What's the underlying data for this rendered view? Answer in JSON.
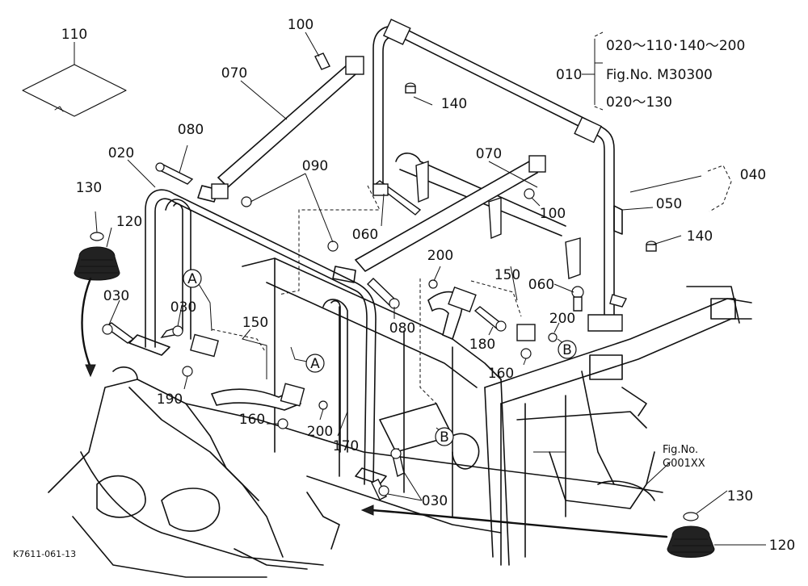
{
  "diagram_id": "K7611-061-13",
  "reference_block": {
    "code": "010",
    "lines": [
      "020～110･140～200",
      "Fig.No.  M30300",
      "020～130"
    ]
  },
  "fig_ref": {
    "line1": "Fig.No.",
    "line2": "G001XX"
  },
  "callouts": [
    {
      "id": "c110",
      "text": "110"
    },
    {
      "id": "c100a",
      "text": "100"
    },
    {
      "id": "c070a",
      "text": "070"
    },
    {
      "id": "c140a",
      "text": "140"
    },
    {
      "id": "c080a",
      "text": "080"
    },
    {
      "id": "c020",
      "text": "020"
    },
    {
      "id": "c090",
      "text": "090"
    },
    {
      "id": "c070b",
      "text": "070"
    },
    {
      "id": "c040",
      "text": "040"
    },
    {
      "id": "c050",
      "text": "050"
    },
    {
      "id": "c130a",
      "text": "130"
    },
    {
      "id": "c120a",
      "text": "120"
    },
    {
      "id": "c100b",
      "text": "100"
    },
    {
      "id": "c060a",
      "text": "060"
    },
    {
      "id": "c140b",
      "text": "140"
    },
    {
      "id": "c200a",
      "text": "200"
    },
    {
      "id": "c150a",
      "text": "150"
    },
    {
      "id": "c060b",
      "text": "060"
    },
    {
      "id": "c030a",
      "text": "030"
    },
    {
      "id": "c030b",
      "text": "030"
    },
    {
      "id": "c150b",
      "text": "150"
    },
    {
      "id": "c080b",
      "text": "080"
    },
    {
      "id": "c180",
      "text": "180"
    },
    {
      "id": "c200b",
      "text": "200"
    },
    {
      "id": "c160a",
      "text": "160"
    },
    {
      "id": "c190",
      "text": "190"
    },
    {
      "id": "c160b",
      "text": "160"
    },
    {
      "id": "c200c",
      "text": "200"
    },
    {
      "id": "c170",
      "text": "170"
    },
    {
      "id": "c030c",
      "text": "030"
    },
    {
      "id": "c130b",
      "text": "130"
    },
    {
      "id": "c120b",
      "text": "120"
    }
  ],
  "markers": [
    {
      "id": "mA1",
      "text": "A"
    },
    {
      "id": "mA2",
      "text": "A"
    },
    {
      "id": "mB1",
      "text": "B"
    },
    {
      "id": "mB2",
      "text": "B"
    }
  ]
}
